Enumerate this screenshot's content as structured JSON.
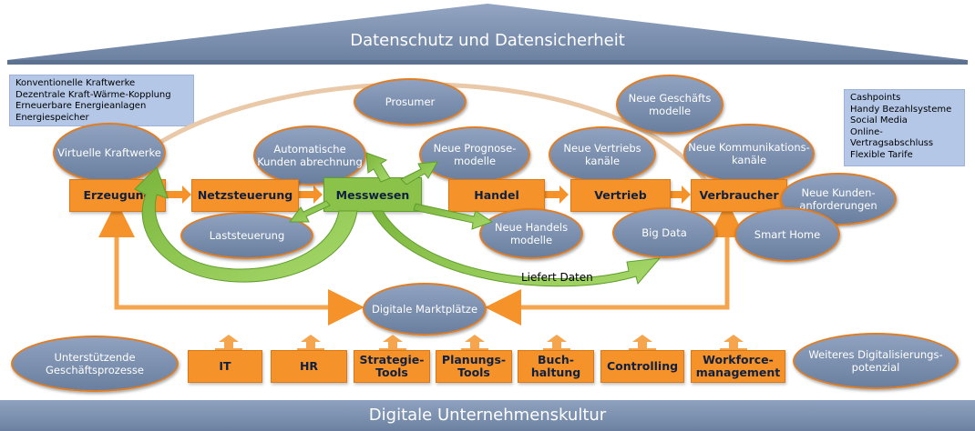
{
  "roof": {
    "title": "Datenschutz und Datensicherheit"
  },
  "foundation": {
    "title": "Digitale Unternehmenskultur"
  },
  "info_left": {
    "lines": [
      "Konventionelle Kraftwerke",
      "Dezentrale Kraft-Wärme-Kopplung",
      "Erneuerbare Energieanlagen",
      "Energiespeicher"
    ]
  },
  "info_right": {
    "lines": [
      "Cashpoints",
      "Handy Bezahlsysteme",
      "Social Media",
      "Online-",
      "Vertragsabschluss",
      "Flexible Tarife"
    ]
  },
  "chain": {
    "erzeugung": "Erzeugung",
    "netzsteuerung": "Netzsteuerung",
    "messwesen": "Messwesen",
    "handel": "Handel",
    "vertrieb": "Vertrieb",
    "verbraucher": "Verbraucher"
  },
  "ellipses": {
    "prosumer": "Prosumer",
    "neue_geschaeftsmodelle": "Neue Geschäfts modelle",
    "virtuelle_kraftwerke": "Virtuelle Kraftwerke",
    "automatische_kundenabrechnung": "Automatische Kunden abrechnung",
    "neue_prognosemodelle": "Neue Prognose- modelle",
    "neue_vertriebskanaele": "Neue Vertriebs kanäle",
    "neue_kommunikationskanaele": "Neue Kommunikations- kanäle",
    "neue_kundenanforderungen": "Neue Kunden- anforderungen",
    "smart_home": "Smart Home",
    "laststeuerung": "Laststeuerung",
    "neue_handelsmodelle": "Neue Handels modelle",
    "big_data": "Big Data",
    "digitale_marktplaetze": "Digitale Marktplätze",
    "unterstuetzende_geschaeftsprozesse": "Unterstützende Geschäftsprozesse",
    "weiteres_digitalisierungspotenzial": "Weiteres Digitalisierungs- potenzial"
  },
  "liefert_daten": "Liefert Daten",
  "pillars": {
    "it": "IT",
    "hr": "HR",
    "strategie_tools": "Strategie- Tools",
    "planungs_tools": "Planungs- Tools",
    "buchhaltung": "Buch- haltung",
    "controlling": "Controlling",
    "workforce_management": "Workforce- management"
  },
  "colors": {
    "orange": "#f5932a",
    "green": "#8bc34a",
    "slate": "#7b8fae",
    "infobox": "#b4c7e7",
    "ellipse_border": "#e07d22"
  }
}
